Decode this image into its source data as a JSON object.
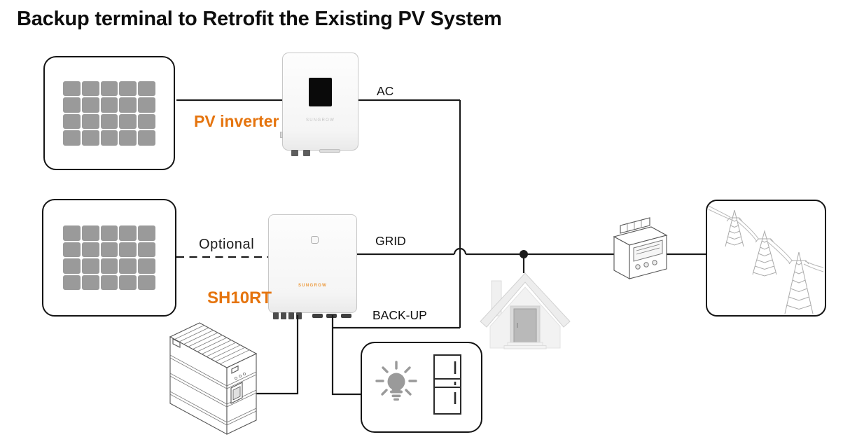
{
  "title": "Backup terminal to Retrofit the Existing PV System",
  "labels": {
    "pv_inverter": "PV inverter",
    "hybrid_inverter_model": "SH10RT",
    "optional_link": "Optional",
    "ac_port": "AC",
    "grid_port": "GRID",
    "backup_port": "BACK-UP"
  },
  "devices": {
    "pv_inverter": {
      "brand": "SUNGROW"
    },
    "hybrid_inverter": {
      "brand": "SUNGROW",
      "model": "SH10RT"
    },
    "pv_array_top": {
      "icon": "solar-panel-icon",
      "rows": 4,
      "cols": 5
    },
    "pv_array_bottom": {
      "icon": "solar-panel-icon",
      "rows": 4,
      "cols": 5
    },
    "battery": {
      "icon": "battery-stack-icon"
    },
    "meter": {
      "icon": "energy-meter-icon"
    },
    "house": {
      "icon": "house-icon"
    },
    "backup_loads": {
      "icons": [
        "light-bulb-icon",
        "refrigerator-icon"
      ]
    },
    "utility_grid": {
      "icon": "transmission-towers-icon"
    }
  },
  "colors": {
    "accent_orange": "#E5740E",
    "brand_orange": "#EC9A3D",
    "panel_gray": "#9A9A9A",
    "wire_black": "#1A1A1A",
    "label_black": "#111111"
  }
}
